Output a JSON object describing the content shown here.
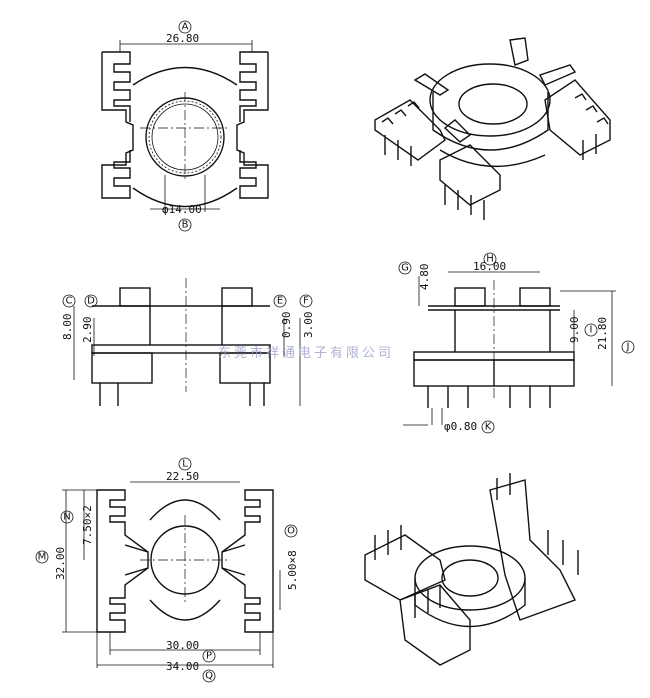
{
  "top_view": {
    "dim_a": {
      "letter": "A",
      "value": "26.80"
    },
    "dim_b": {
      "letter": "B",
      "value": "φ14.00"
    }
  },
  "front_view": {
    "dim_c": {
      "letter": "C",
      "value": "8.00"
    },
    "dim_d": {
      "letter": "D",
      "value": "2.90"
    },
    "dim_e": {
      "letter": "E",
      "value": "0.90"
    },
    "dim_f": {
      "letter": "F",
      "value": "3.00"
    }
  },
  "side_view": {
    "dim_g": {
      "letter": "G",
      "value": "4.80"
    },
    "dim_h": {
      "letter": "H",
      "value": "16.00"
    },
    "dim_i": {
      "letter": "I",
      "value": "9.00"
    },
    "dim_j": {
      "letter": "J",
      "value": "21.80"
    },
    "dim_k": {
      "letter": "K",
      "value": "φ0.80"
    }
  },
  "bottom_view": {
    "dim_l": {
      "letter": "L",
      "value": "22.50"
    },
    "dim_m": {
      "letter": "M",
      "value": "32.00"
    },
    "dim_n": {
      "letter": "N",
      "value": "7.50×2"
    },
    "dim_o": {
      "letter": "O",
      "value": "5.00×8"
    },
    "dim_p": {
      "letter": "P",
      "value": "30.00"
    },
    "dim_q": {
      "letter": "Q",
      "value": "34.00"
    }
  },
  "watermark": "东莞市祥通电子有限公司"
}
